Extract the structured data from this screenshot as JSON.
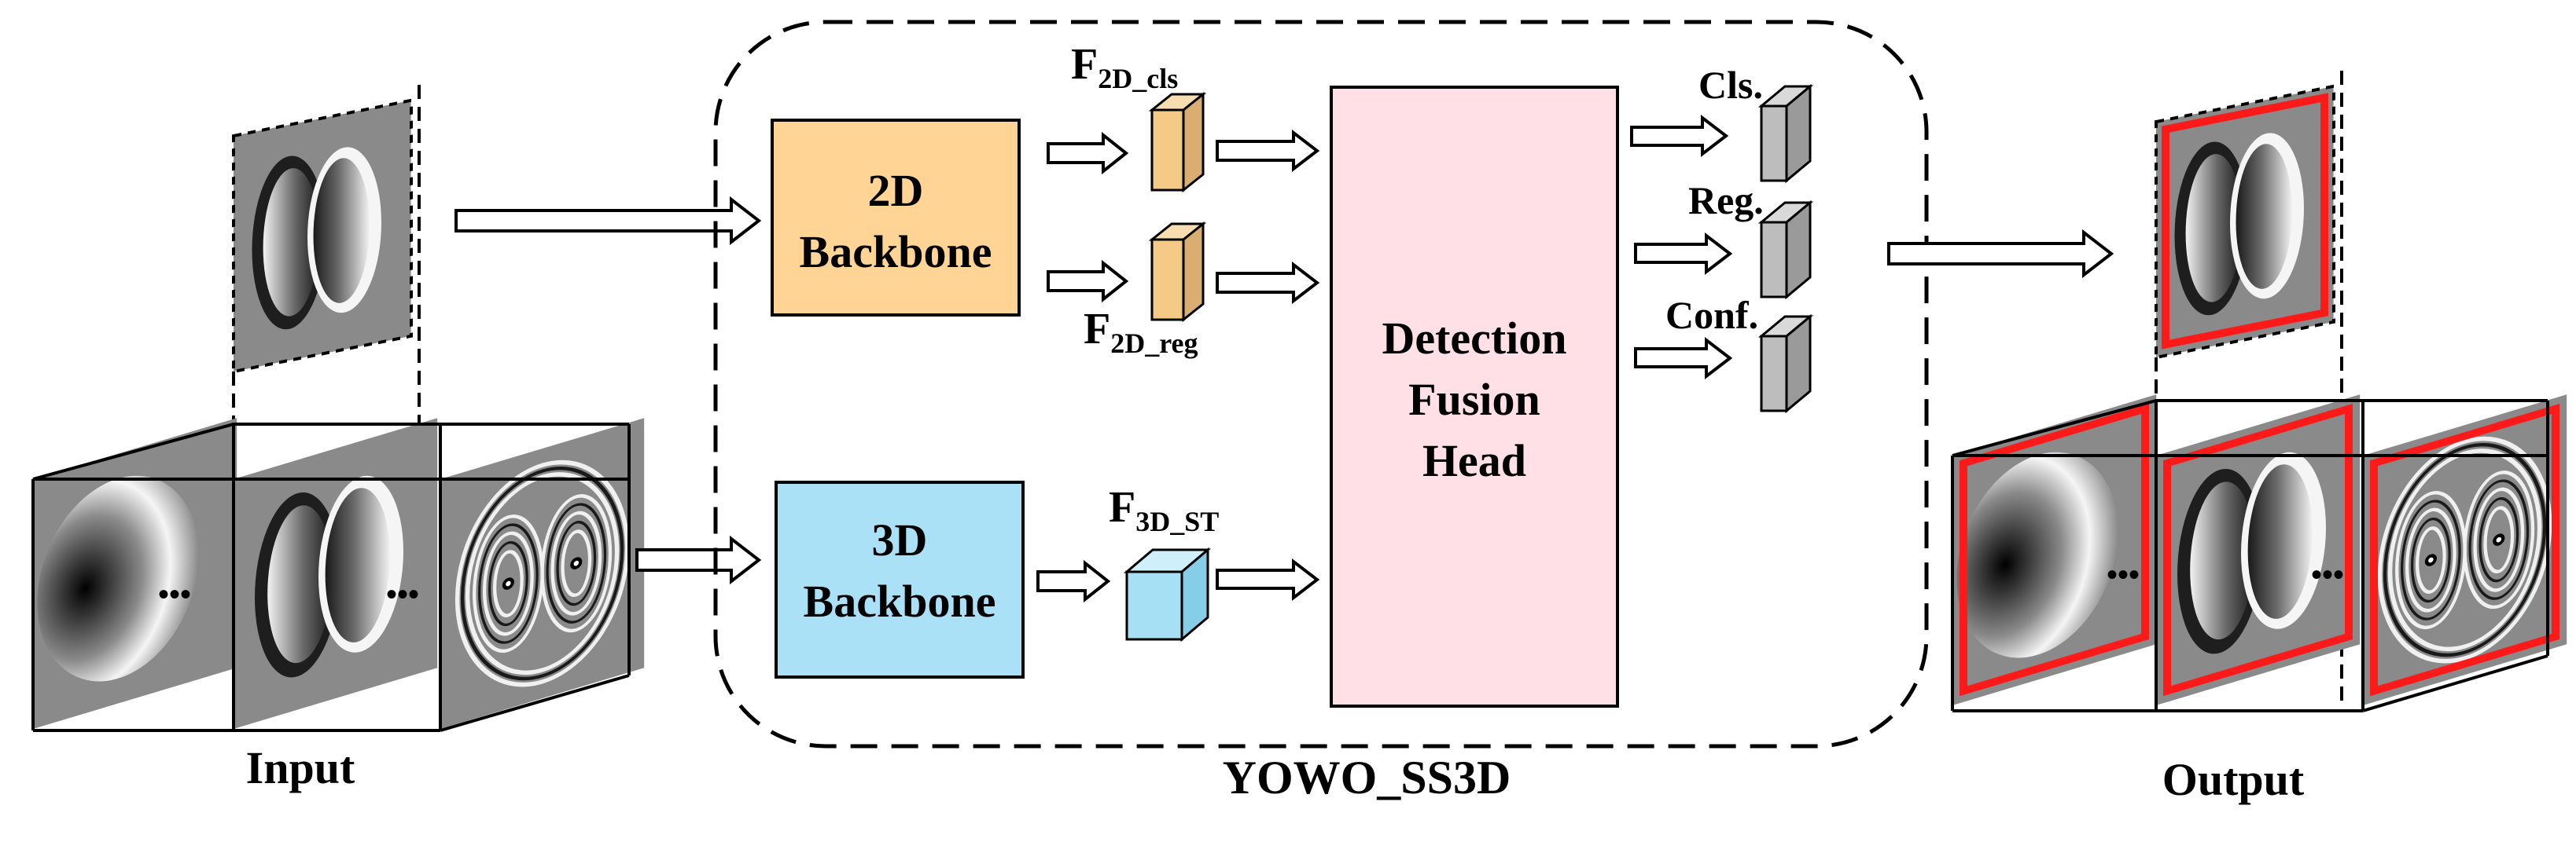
{
  "diagram": {
    "input_label": "Input",
    "output_label": "Output",
    "model_name": "YOWO_SS3D",
    "backbone_2d": [
      "2D",
      "Backbone"
    ],
    "backbone_3d": [
      "3D",
      "Backbone"
    ],
    "feature_2d_cls": {
      "base": "F",
      "sub": "2D_cls"
    },
    "feature_2d_reg": {
      "base": "F",
      "sub": "2D_reg"
    },
    "feature_3d": {
      "base": "F",
      "sub": "3D_ST"
    },
    "fusion_head": [
      "Detection",
      "Fusion",
      "Head"
    ],
    "outputs": [
      "Cls.",
      "Reg.",
      "Conf."
    ],
    "ellipsis": "•••"
  },
  "colors": {
    "backbone_2d_fill": "#FFD495",
    "backbone_3d_fill": "#ABE1F6",
    "fusion_fill": "#FFE0E6",
    "feature_2d_fill": "#F5CA87",
    "feature_3d_fill": "#A6E0F5",
    "output_cube_fill": "#BDBDBD",
    "bbox_red": "#FF1A1A",
    "frame_gray": "#8A8A8A"
  }
}
